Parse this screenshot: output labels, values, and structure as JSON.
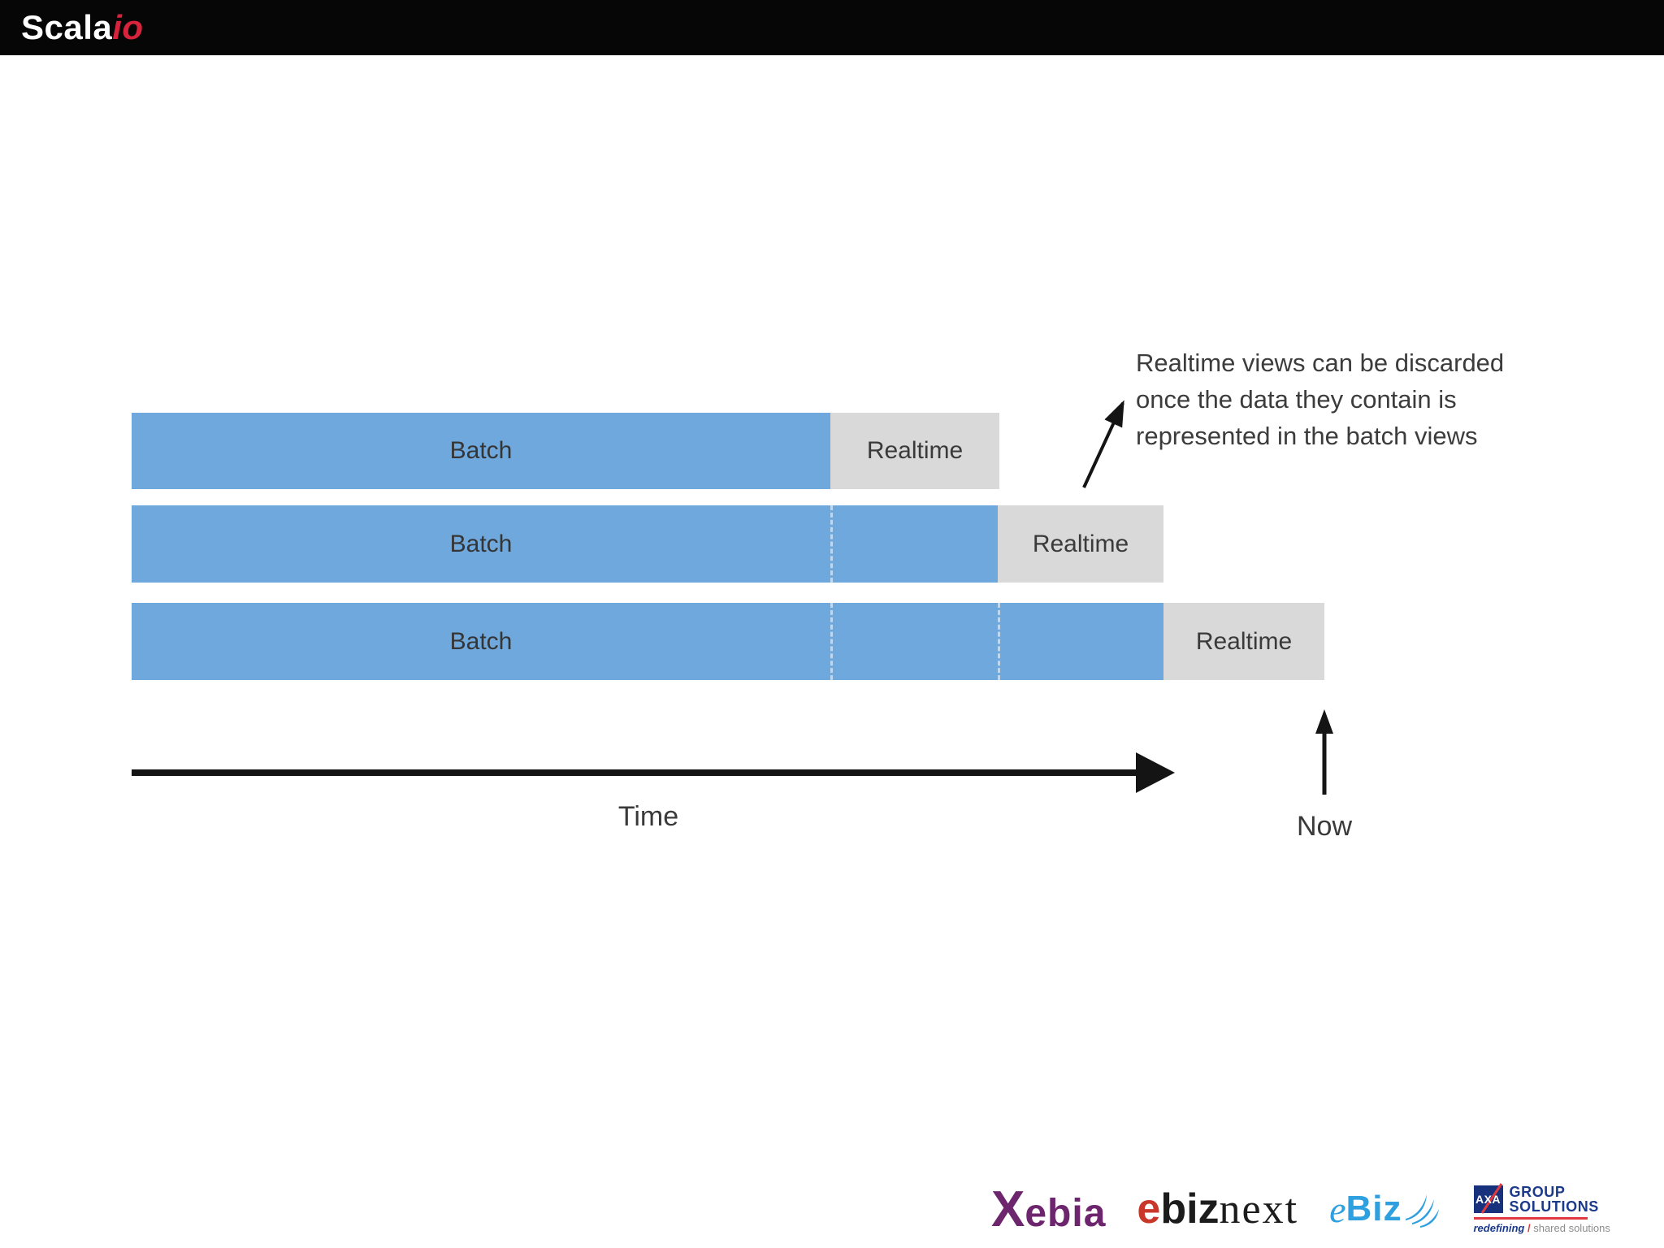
{
  "header": {
    "brand_scala": "Scala",
    "brand_io": "io"
  },
  "diagram": {
    "type": "lambda-architecture-timeline",
    "bars": [
      {
        "batch_label": "Batch",
        "realtime_label": "Realtime",
        "batch_units": 4,
        "realtime_units": 1,
        "dividers": 0
      },
      {
        "batch_label": "Batch",
        "realtime_label": "Realtime",
        "batch_units": 5,
        "realtime_units": 1,
        "dividers": 1
      },
      {
        "batch_label": "Batch",
        "realtime_label": "Realtime",
        "batch_units": 6,
        "realtime_units": 1,
        "dividers": 2
      }
    ],
    "annotation": {
      "line1": "Realtime views can be discarded",
      "line2": "once the data they contain is",
      "line3": "represented in the batch views"
    },
    "time_label": "Time",
    "now_label": "Now"
  },
  "footer": {
    "xebia": {
      "x": "X",
      "rest": "ebia"
    },
    "ebiznext": {
      "e": "e",
      "biz": "biz",
      "next": "next"
    },
    "ebiz": {
      "e": "e",
      "biz": "Biz"
    },
    "axa": {
      "square": "AXA",
      "word1": "GROUP",
      "word2": "SOLUTIONS",
      "tagline_left": "redefining",
      "tagline_slash": "/",
      "tagline_right": "shared solutions"
    }
  },
  "colors": {
    "batch_blue": "#6fa8dc",
    "realtime_gray": "#d9d9d9",
    "header_black": "#060606",
    "scala_red": "#d8233c",
    "arrow_black": "#141414",
    "xebia_purple": "#6d256d",
    "ebiznext_red": "#c9372b",
    "ebiz_blue": "#2e9fdf",
    "axa_blue": "#17317d",
    "axa_red": "#e0393f"
  }
}
